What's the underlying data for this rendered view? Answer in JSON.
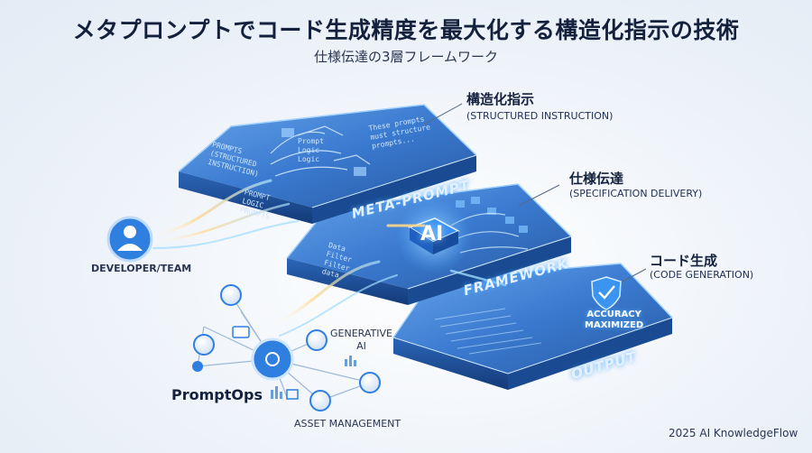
{
  "title": "メタプロンプトでコード生成精度を最大化する構造化指示の技術",
  "subtitle": "仕様伝達の3層フレームワーク",
  "layers": [
    {
      "jp": "構造化指示",
      "en": "(STRUCTURED INSTRUCTION)",
      "name": "META-PROMPT"
    },
    {
      "jp": "仕様伝達",
      "en": "(SPECIFICATION DELIVERY)",
      "name": "FRAMEWORK"
    },
    {
      "jp": "コード生成",
      "en": "(CODE GENERATION)",
      "name": "OUTPUT"
    }
  ],
  "ai_chip": "AI",
  "accuracy_badge": "ACCURACY\nMAXIMIZED",
  "developer_label": "DEVELOPER/TEAM",
  "generative_ai": "GENERATIVE\nAI",
  "promptops": "PromptOps",
  "asset_management": "ASSET MANAGEMENT",
  "footer": "2025 AI KnowledgeFlow",
  "layer1_texts": {
    "left": "PROMPTS\n(STRUCTURED\nINSTRUCTION)",
    "mid": "Prompt\nLogic\nLogic",
    "bottom": "PROMPT\nLOGIC\nPROMPTS",
    "right": "These prompts\nmust structure\nprompts..."
  },
  "layer2_texts": {
    "left": "Data\nFilter\nFilter\ndata"
  },
  "colors": {
    "accent": "#2f7fe0",
    "glow": "#7cc4ff",
    "layer": "#1f5fb8",
    "title": "#14213d"
  }
}
